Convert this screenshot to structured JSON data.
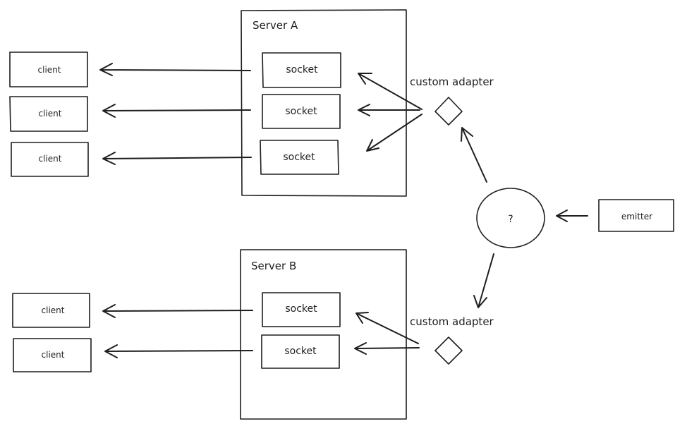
{
  "server_a": {
    "title": "Server A",
    "sockets": [
      "socket",
      "socket",
      "socket"
    ],
    "clients": [
      "client",
      "client",
      "client"
    ]
  },
  "server_b": {
    "title": "Server B",
    "sockets": [
      "socket",
      "socket"
    ],
    "clients": [
      "client",
      "client"
    ]
  },
  "adapter_a": {
    "label": "custom adapter"
  },
  "adapter_b": {
    "label": "custom adapter"
  },
  "hub": {
    "label": "?"
  },
  "emitter": {
    "label": "emitter"
  }
}
